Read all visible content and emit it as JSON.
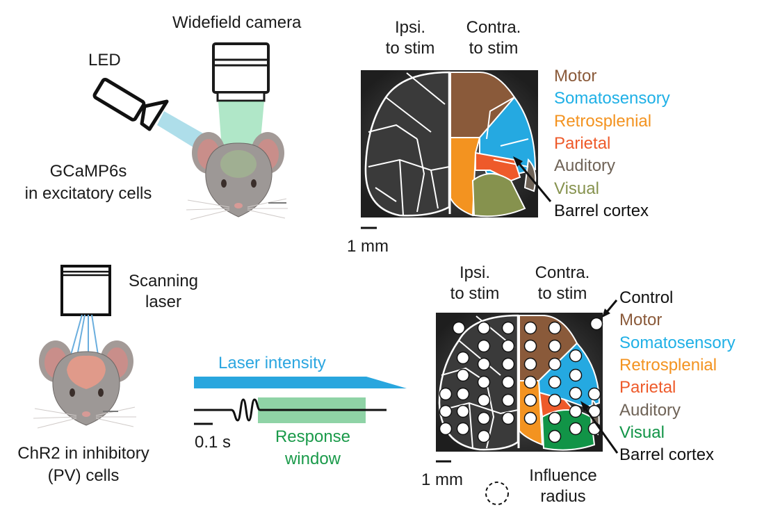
{
  "top_panel": {
    "camera_label": "Widefield camera",
    "led_label": "LED",
    "indicator_label_line1": "GCaMP6s",
    "indicator_label_line2": "in excitatory cells",
    "ipsi_line1": "Ipsi.",
    "ipsi_line2": "to stim",
    "contra_line1": "Contra.",
    "contra_line2": "to stim",
    "scale_bar_label": "1 mm",
    "legend": [
      {
        "label": "Motor",
        "color": "#8a5a3a"
      },
      {
        "label": "Somatosensory",
        "color": "#1fb0e6"
      },
      {
        "label": "Retrosplenial",
        "color": "#f39320"
      },
      {
        "label": "Parietal",
        "color": "#ee5a2a"
      },
      {
        "label": "Auditory",
        "color": "#6f6357"
      },
      {
        "label": "Visual",
        "color": "#86924e"
      },
      {
        "label": "Barrel cortex",
        "color": "#111111"
      }
    ]
  },
  "bottom_panel": {
    "laser_label_line1": "Scanning",
    "laser_label_line2": "laser",
    "opsin_label_line1": "ChR2 in inhibitory",
    "opsin_label_line2": "(PV) cells",
    "laser_intensity_label": "Laser intensity",
    "time_scale_label": "0.1 s",
    "response_window_line1": "Response",
    "response_window_line2": "window",
    "ipsi_line1": "Ipsi.",
    "ipsi_line2": "to stim",
    "contra_line1": "Contra.",
    "contra_line2": "to stim",
    "scale_bar_label": "1 mm",
    "influence_line1": "Influence",
    "influence_line2": "radius",
    "legend": [
      {
        "label": "Control",
        "color": "#111111"
      },
      {
        "label": "Motor",
        "color": "#8a5a3a"
      },
      {
        "label": "Somatosensory",
        "color": "#1fb0e6"
      },
      {
        "label": "Retrosplenial",
        "color": "#f39320"
      },
      {
        "label": "Parietal",
        "color": "#ee5a2a"
      },
      {
        "label": "Auditory",
        "color": "#6f6357"
      },
      {
        "label": "Visual",
        "color": "#119447"
      },
      {
        "label": "Barrel cortex",
        "color": "#111111"
      }
    ]
  },
  "colors": {
    "laser_blue": "#29a6de",
    "response_green": "#8fd3a6",
    "response_text": "#1a9a4a",
    "laser_text": "#2ba6e0"
  }
}
